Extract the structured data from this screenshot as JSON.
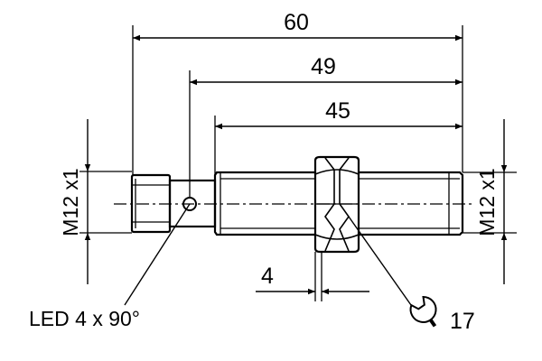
{
  "drawing": {
    "dimensions": {
      "overall_length": "60",
      "length_from_led": "49",
      "thread_length": "45",
      "nut_width": "4",
      "wrench_size": "17"
    },
    "thread_left": "M12 x1",
    "thread_right": "M12 x1",
    "led_note": "LED 4 x 90°",
    "wrench_icon": "wrench-icon"
  }
}
